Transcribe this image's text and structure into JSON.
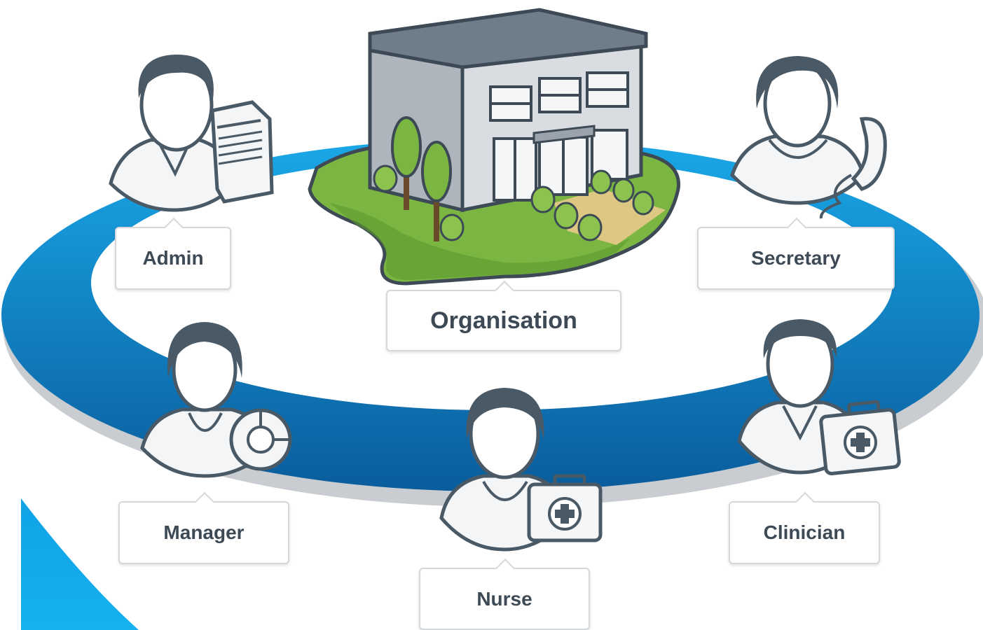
{
  "diagram": {
    "center": {
      "label": "Organisation",
      "icon": "office-building-icon"
    },
    "roles": [
      {
        "id": "admin",
        "label": "Admin",
        "icon": "admin-person-document-icon"
      },
      {
        "id": "secretary",
        "label": "Secretary",
        "icon": "secretary-person-phone-icon"
      },
      {
        "id": "manager",
        "label": "Manager",
        "icon": "manager-person-chart-icon"
      },
      {
        "id": "nurse",
        "label": "Nurse",
        "icon": "nurse-person-medkit-icon"
      },
      {
        "id": "clinician",
        "label": "Clinician",
        "icon": "clinician-person-medkit-icon"
      }
    ]
  },
  "colors": {
    "ring_light": "#1aa8e8",
    "ring_dark": "#0a5c9c",
    "person_dark": "#4a5966",
    "label_text": "#3d4a56",
    "grass": "#7ab641",
    "building": "#d9dde2"
  }
}
